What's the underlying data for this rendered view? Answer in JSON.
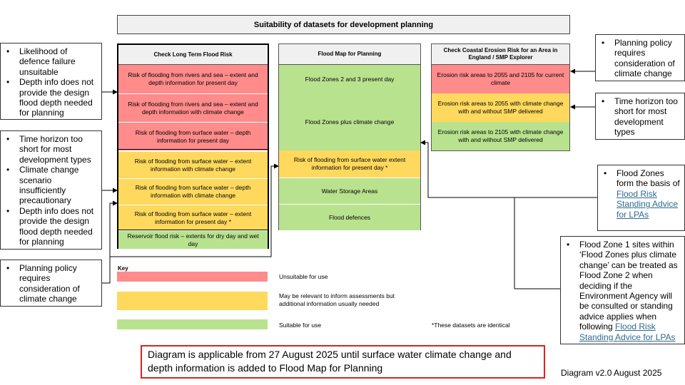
{
  "title": "Suitability of datasets for development planning",
  "columns": {
    "ltfr": {
      "header": "Check Long Term Flood Risk",
      "rows": [
        "Risk of flooding from rivers and sea – extent and depth information for present day",
        "Risk of flooding from rivers and sea – extent and depth information with climate change",
        "Risk of flooding from surface water – depth information for present day",
        "Risk of flooding from surface water – extent information with climate change",
        "Risk of flooding from surface water – depth information with climate change",
        "Risk of flooding from surface water – extent information for present day *",
        "Reservoir flood risk – extents for dry day and wet day"
      ]
    },
    "fmfp": {
      "header": "Flood Map for Planning",
      "rows": [
        "Flood Zones 2 and 3 present day",
        "Flood Zones plus climate change",
        "Risk of flooding from surface water extent information for present day *",
        "Water Storage Areas",
        "Flood defences"
      ]
    },
    "coastal": {
      "header": "Check Coastal Erosion Risk for an Area in England / SMP Explorer",
      "rows": [
        "Erosion risk areas to 2055 and 2105 for current climate",
        "Erosion risk areas to 2055 with climate change with and without SMP delivered",
        "Erosion risk areas to 2105 with climate change with and without SMP delivered"
      ]
    }
  },
  "callouts": {
    "left1": [
      "Likelihood of defence failure unsuitable",
      "Depth info does not provide the design flood depth needed for planning"
    ],
    "left2": [
      "Time horizon too short for most development types",
      "Climate change scenario insufficiently precautionary",
      "Depth info does not provide the design flood depth needed for planning"
    ],
    "left3": [
      "Planning policy requires consideration of climate change"
    ],
    "right1": [
      "Planning policy requires consideration of climate change"
    ],
    "right2": [
      "Time horizon too short for most development types"
    ],
    "right3": {
      "text_before": "Flood Zones form the basis of ",
      "link": "Flood Risk Standing Advice for LPAs"
    },
    "right4": {
      "text_before": "Flood Zone 1 sites within ‘Flood Zones plus climate change’ can be treated as Flood Zone 2 when deciding if the Environment Agency will be consulted or standing advice applies when following ",
      "link": "Flood Risk Standing Advice for LPAs"
    }
  },
  "key": {
    "label": "Key",
    "items": [
      {
        "color": "#ff8b8b",
        "text": "Unsuitable for use"
      },
      {
        "color": "#ffd95e",
        "text": "May be relevant to inform assessments but additional information usually needed"
      },
      {
        "color": "#b9e28f",
        "text": "Suitable for use"
      }
    ],
    "footnote": "*These datasets are identical"
  },
  "note": "Diagram is applicable from 27 August 2025 until surface water climate change and depth information is added to Flood Map for Planning",
  "version": "Diagram v2.0 August 2025",
  "colors": {
    "red": "#ff8b8b",
    "yellow": "#ffd95e",
    "green": "#b9e28f",
    "note_border": "#e02020",
    "link": "#2e6a8e"
  }
}
